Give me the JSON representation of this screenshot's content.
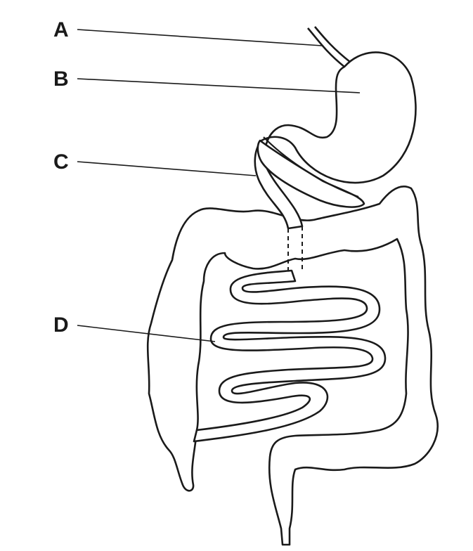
{
  "labels": [
    {
      "id": "A",
      "text": "A"
    },
    {
      "id": "B",
      "text": "B"
    },
    {
      "id": "C",
      "text": "C"
    },
    {
      "id": "D",
      "text": "D"
    }
  ],
  "colors": {
    "stroke": "#1a1a1a",
    "background": "#ffffff"
  }
}
